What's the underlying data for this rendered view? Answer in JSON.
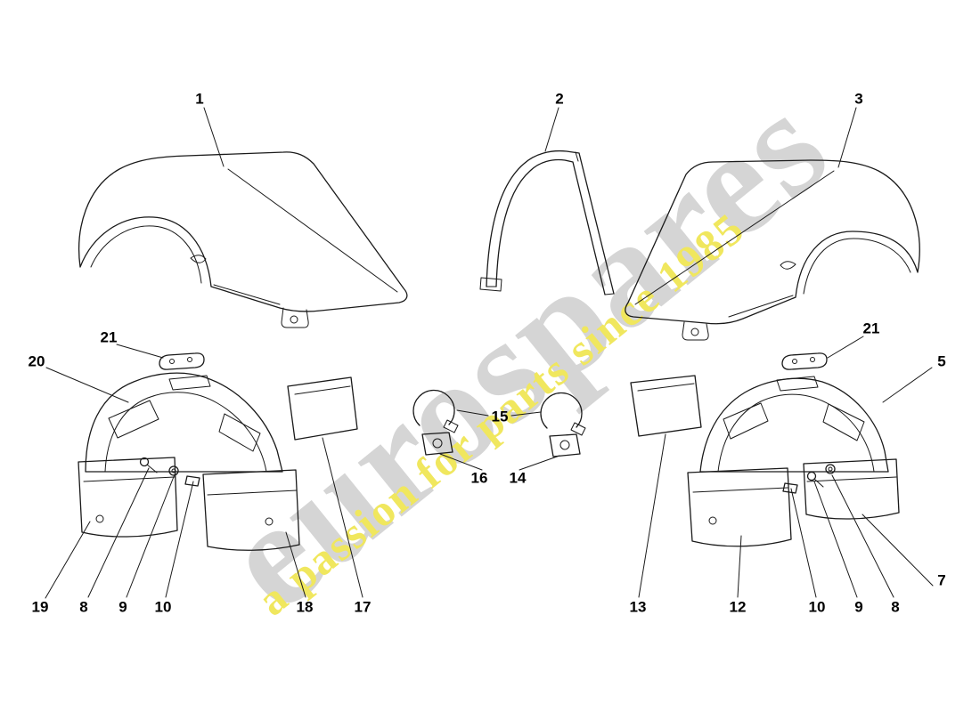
{
  "page": {
    "background_color": "#ffffff",
    "line_color": "#1a1a1a"
  },
  "watermark": {
    "main": "eurospares",
    "tagline": "a passion for parts since 1985",
    "main_color": "#d5d5d5",
    "tagline_color": "#f0e75e"
  },
  "callouts": [
    {
      "label": "1"
    },
    {
      "label": "2"
    },
    {
      "label": "3"
    },
    {
      "label": "21"
    },
    {
      "label": "20"
    },
    {
      "label": "21"
    },
    {
      "label": "5"
    },
    {
      "label": "15"
    },
    {
      "label": "16"
    },
    {
      "label": "14"
    },
    {
      "label": "19"
    },
    {
      "label": "8"
    },
    {
      "label": "9"
    },
    {
      "label": "10"
    },
    {
      "label": "18"
    },
    {
      "label": "17"
    },
    {
      "label": "13"
    },
    {
      "label": "12"
    },
    {
      "label": "10"
    },
    {
      "label": "9"
    },
    {
      "label": "8"
    },
    {
      "label": "7"
    }
  ]
}
